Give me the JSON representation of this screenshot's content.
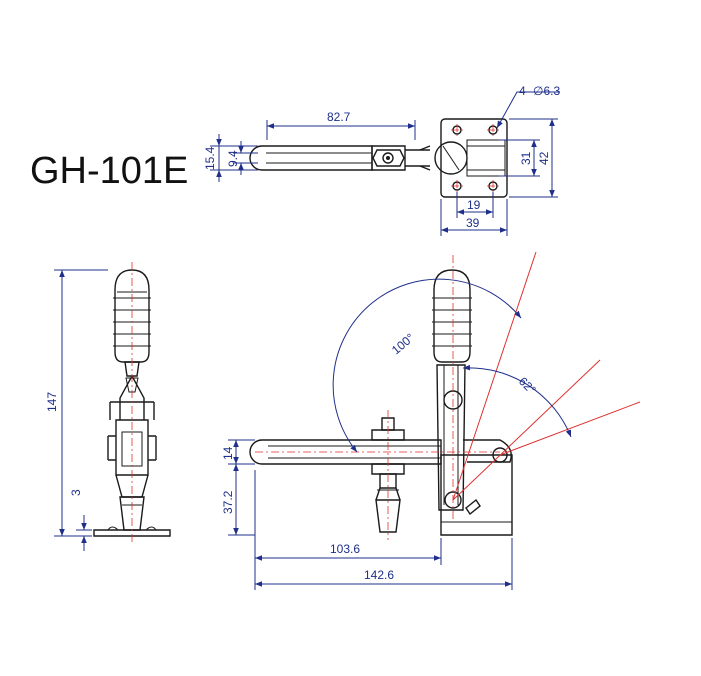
{
  "title": "GH-101E",
  "top_view": {
    "hole_callout": "4- ∅6.3",
    "dim_length": "82.7",
    "dim_handle_outer": "15.4",
    "dim_handle_inner": "9.4",
    "dim_base_inner_height": "31",
    "dim_base_outer_height": "42",
    "dim_base_inner_width": "19",
    "dim_base_outer_width": "39"
  },
  "side_view": {
    "dim_total_height": "147",
    "dim_base_thickness": "3"
  },
  "front_view": {
    "angle_open": "100°",
    "angle_hold": "62°",
    "dim_bar_height": "14",
    "dim_bar_elevation": "37.2",
    "dim_reach": "103.6",
    "dim_overall_length": "142.6"
  },
  "colors": {
    "outline": "#1a1a1a",
    "dimension": "#1f2f8a",
    "centerline": "#e03030"
  }
}
